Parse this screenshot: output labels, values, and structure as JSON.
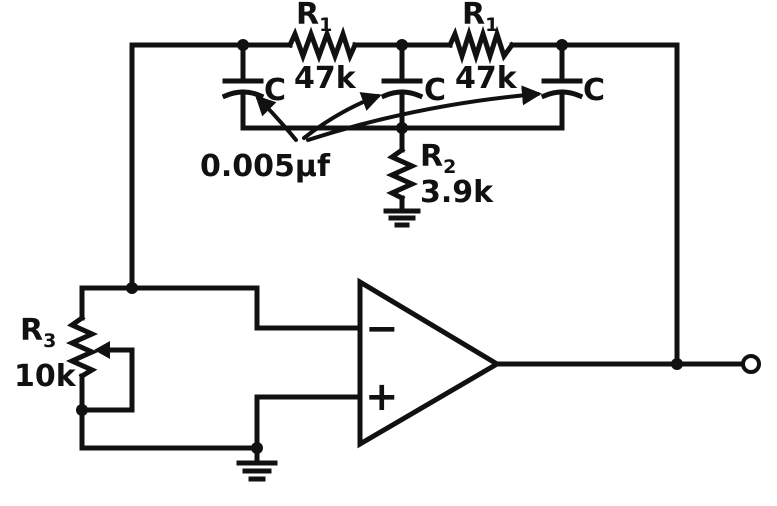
{
  "components": {
    "r1_left": {
      "name": "R",
      "sub": "1",
      "value": "47k"
    },
    "r1_right": {
      "name": "R",
      "sub": "1",
      "value": "47k"
    },
    "r2": {
      "name": "R",
      "sub": "2",
      "value": "3.9k"
    },
    "r3": {
      "name": "R",
      "sub": "3",
      "value": "10k"
    },
    "capacitors": {
      "label": "C",
      "value": "0.005μf"
    }
  },
  "opamp": {
    "inverting": "−",
    "non_inverting": "+"
  },
  "icons": {
    "resistor": "zigzag-resistor-icon",
    "capacitor": "capacitor-icon",
    "ground": "ground-icon",
    "potentiometer": "potentiometer-icon",
    "opamp": "op-amp-triangle-icon",
    "output": "output-terminal-icon"
  },
  "colors": {
    "ink": "#111111",
    "paper": "#ffffff"
  }
}
